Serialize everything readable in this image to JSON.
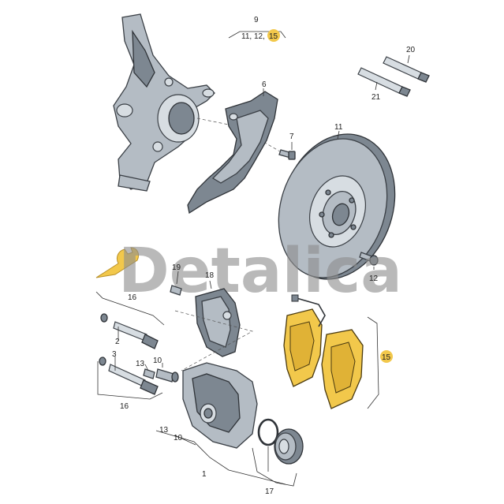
{
  "diagram": {
    "colors": {
      "highlight": "#f2c84b",
      "part_fill": "#b4bcc4",
      "part_dark": "#7d8791",
      "outline": "#3a3f45",
      "watermark": "#8e8e8e"
    },
    "watermark": {
      "text": "Detalica",
      "icon": "wrench-icon"
    },
    "labels": {
      "l9": "9",
      "l9_sub_a": "11, 12,",
      "l9_sub_b": "15",
      "l20": "20",
      "l21": "21",
      "l6": "6",
      "l7": "7",
      "l11": "11",
      "l12": "12",
      "l19": "19",
      "l18": "18",
      "l16_top": "16",
      "l2": "2",
      "l3": "3",
      "l13a": "13",
      "l10a": "10",
      "l16_bot": "16",
      "l13b": "13",
      "l10b": "10",
      "l1": "1",
      "l17": "17",
      "l15": "15"
    }
  }
}
